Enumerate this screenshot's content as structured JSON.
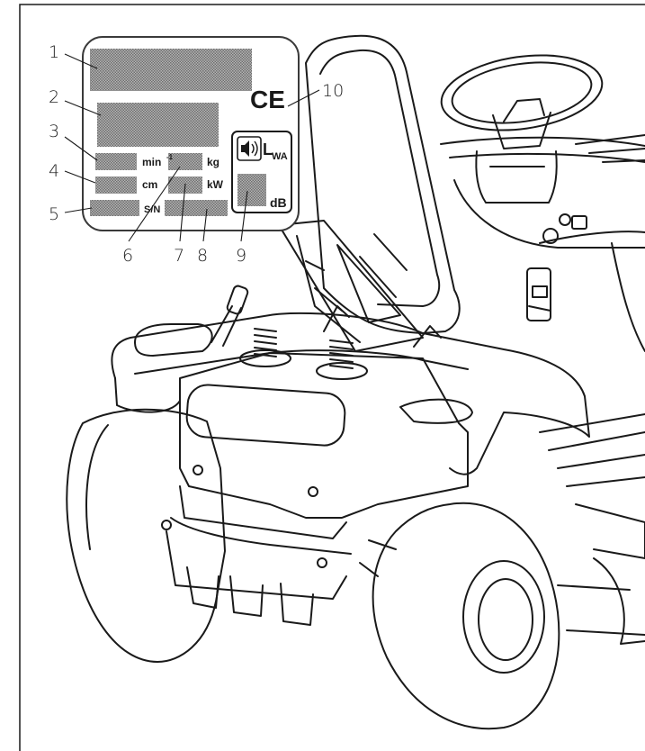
{
  "plate": {
    "units": {
      "rpm": "min",
      "rpm_exp": "-1",
      "length": "cm",
      "mass": "kg",
      "power": "kW",
      "serial": "S/N",
      "sound_symbol_main": "L",
      "sound_symbol_sub": "WA",
      "sound_unit": "dB"
    },
    "ce_mark": "CE"
  },
  "callouts": [
    "1",
    "2",
    "3",
    "4",
    "5",
    "6",
    "7",
    "8",
    "9",
    "10"
  ],
  "colors": {
    "line": "#1a1a1a",
    "hatch": "#8c8c8c",
    "plate_border": "#3a3a3a"
  }
}
